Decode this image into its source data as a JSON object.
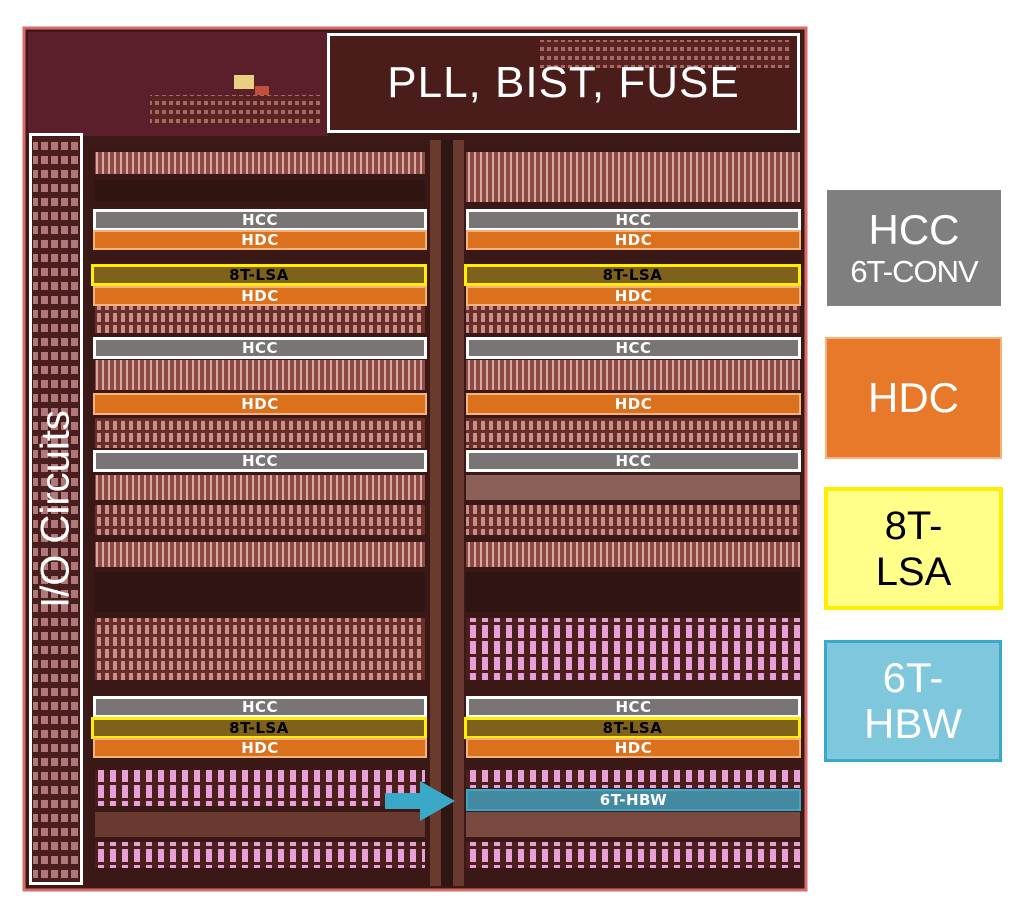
{
  "die": {
    "header": "PLL, BIST, FUSE",
    "io_label": "I/O Circuits",
    "block_labels": {
      "hcc": "HCC",
      "hdc": "HDC",
      "lsa": "8T-LSA",
      "hbw": "6T-HBW"
    },
    "colors": {
      "hcc": "#808080",
      "hdc": "#e8782a",
      "lsa": "#ffee00",
      "hbw": "#46aac8",
      "die_dark": "#3e1a18",
      "die_light": "#c98888"
    }
  },
  "legend": {
    "hcc": [
      "HCC",
      "6T-CONV"
    ],
    "hdc": [
      "HDC"
    ],
    "lsa": [
      "8T-",
      "LSA"
    ],
    "hbw": [
      "6T-",
      "HBW"
    ]
  }
}
